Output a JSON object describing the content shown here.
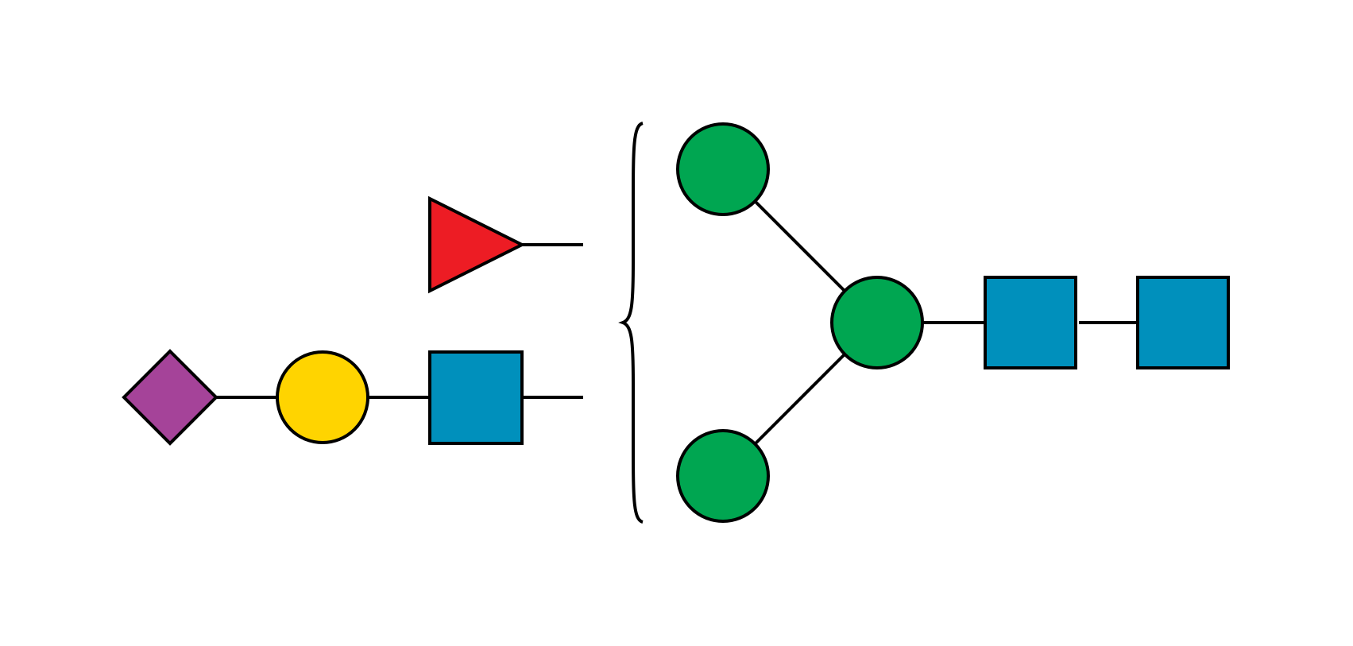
{
  "diagram": {
    "notation": "SNFG",
    "residue_colors": {
      "green_circle": "#00A651",
      "blue_square": "#0090BC",
      "yellow_circle": "#FFD400",
      "purple_diamond": "#A54399",
      "red_triangle": "#ED1C24"
    },
    "core": {
      "residues": [
        {
          "id": "core-root",
          "shape": "square",
          "color_key": "blue_square"
        },
        {
          "id": "core-second",
          "shape": "square",
          "color_key": "blue_square"
        },
        {
          "id": "core-branch",
          "shape": "circle",
          "color_key": "green_circle"
        },
        {
          "id": "core-upper-arm",
          "shape": "circle",
          "color_key": "green_circle"
        },
        {
          "id": "core-lower-arm",
          "shape": "circle",
          "color_key": "green_circle"
        }
      ]
    },
    "antennae_fragments": [
      {
        "id": "fragment-fucose",
        "residues": [
          {
            "shape": "triangle",
            "color_key": "red_triangle"
          }
        ]
      },
      {
        "id": "fragment-sialyl-lacnac",
        "residues": [
          {
            "shape": "diamond",
            "color_key": "purple_diamond"
          },
          {
            "shape": "circle",
            "color_key": "yellow_circle"
          },
          {
            "shape": "square",
            "color_key": "blue_square"
          }
        ]
      }
    ],
    "bracket": "curly-brace"
  }
}
